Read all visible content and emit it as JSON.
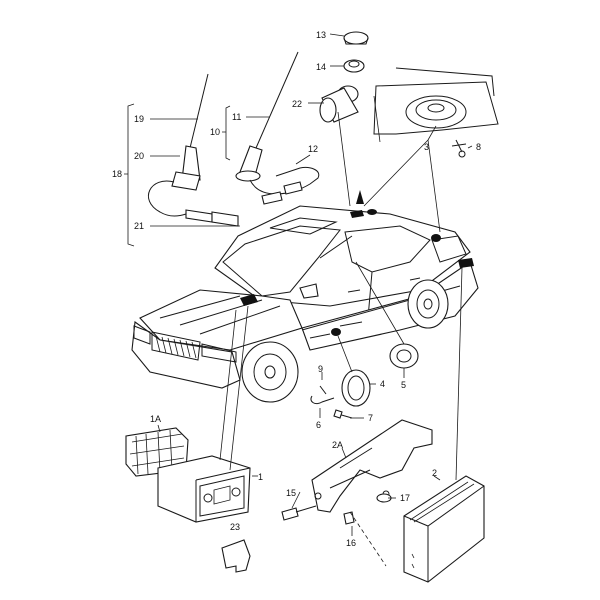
{
  "diagram": {
    "callouts": [
      "13",
      "14",
      "22",
      "3",
      "8",
      "19",
      "20",
      "18",
      "21",
      "11",
      "10",
      "12",
      "1A",
      "1",
      "23",
      "2A",
      "15",
      "17",
      "16",
      "2",
      "4",
      "5",
      "6",
      "7",
      "9"
    ]
  }
}
